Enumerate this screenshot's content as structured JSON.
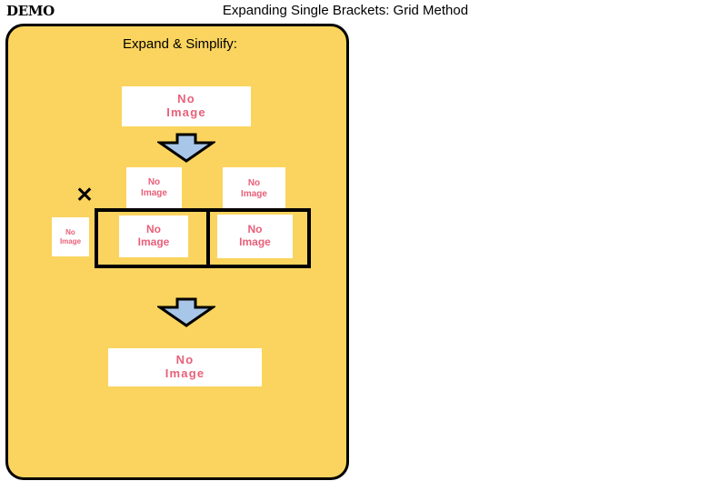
{
  "header": {
    "demo_badge": "DEMO",
    "title": "Expanding Single Brackets: Grid Method"
  },
  "panel": {
    "heading": "Expand & Simplify:",
    "background_color": "#FAD45E",
    "border_color": "#000000"
  },
  "placeholders": {
    "question": "No\nImage",
    "multiplier": "No\nImage",
    "column_header_1": "No\nImage",
    "column_header_2": "No\nImage",
    "cell_1": "No\nImage",
    "cell_2": "No\nImage",
    "answer": "No\nImage",
    "text_color": "#E8607A",
    "background_color": "#FFFFFF"
  },
  "symbols": {
    "multiply": "✕"
  },
  "arrows": {
    "fill_color": "#A8C6E8",
    "outline_color": "#000000",
    "direction": "down",
    "count": 2
  },
  "grid": {
    "border_color": "#000000",
    "columns": 2,
    "rows": 1
  }
}
